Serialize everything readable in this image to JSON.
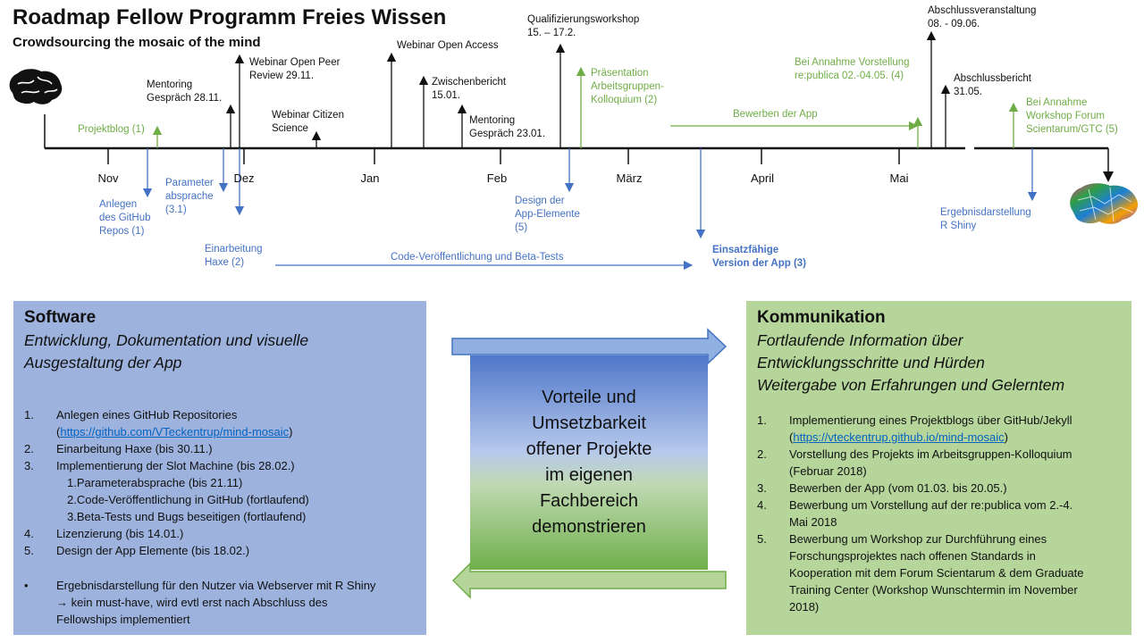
{
  "title": "Roadmap Fellow Programm Freies Wissen",
  "subtitle": "Crowdsourcing the mosaic of the mind",
  "months": [
    "Nov",
    "Dez",
    "Jan",
    "Feb",
    "März",
    "April",
    "Mai"
  ],
  "above": {
    "mentoring1": [
      "Mentoring",
      "Gespräch 28.11."
    ],
    "webinar_peer": [
      "Webinar Open Peer",
      "Review 29.11."
    ],
    "webinar_citizen": [
      "Webinar Citizen",
      "Science"
    ],
    "webinar_access": "Webinar Open Access",
    "zwischenbericht": [
      "Zwischenbericht",
      "15.01."
    ],
    "mentoring2": [
      "Mentoring",
      "Gespräch 23.01."
    ],
    "qualifizierung": [
      "Qualifizierungsworkshop",
      "15. – 17.2."
    ],
    "praesentation": [
      "Präsentation",
      "Arbeitsgruppen-",
      "Kolloquium (2)"
    ],
    "projektblog": "Projektblog (1)",
    "bewerben": "Bewerben der App",
    "republica": [
      "Bei Annahme Vorstellung",
      "re:publica 02.-04.05. (4)"
    ],
    "abschlussveranstaltung": [
      "Abschlussveranstaltung",
      "08. - 09.06."
    ],
    "abschlussbericht": [
      "Abschlussbericht",
      "31.05."
    ],
    "workshop_forum": [
      "Bei Annahme",
      "Workshop Forum",
      "Scientarum/GTC (5)"
    ]
  },
  "below": {
    "github": [
      "Anlegen",
      "des GitHub",
      "Repos (1)"
    ],
    "parameter": [
      "Parameter",
      "absprache",
      "(3.1)"
    ],
    "haxe": [
      "Einarbeitung",
      "Haxe (2)"
    ],
    "code": "Code-Veröffentlichung und Beta-Tests",
    "design": [
      "Design der",
      "App-Elemente",
      "(5)"
    ],
    "einsatz": [
      "Einsatzfähige",
      "Version der App (3)"
    ],
    "ergebnis": [
      "Ergebnisdarstellung",
      "R Shiny"
    ]
  },
  "software": {
    "heading": "Software",
    "subheading": [
      "Entwicklung, Dokumentation und visuelle",
      "Ausgestaltung der App"
    ],
    "items": [
      {
        "n": "1.",
        "text": "Anlegen eines GitHub Repositories",
        "link": "https://github.com/VTeckentrup/mind-mosaic"
      },
      {
        "n": "2.",
        "text": "Einarbeitung Haxe (bis 30.11.)"
      },
      {
        "n": "3.",
        "text": "Implementierung  der Slot Machine (bis 28.02.)"
      }
    ],
    "subitems": [
      {
        "n": "1.",
        "text": "Parameterabsprache (bis 21.11)"
      },
      {
        "n": "2.",
        "text": "Code-Veröffentlichung in GitHub (fortlaufend)"
      },
      {
        "n": "3.",
        "text": "Beta-Tests und Bugs beseitigen (fortlaufend)"
      }
    ],
    "items2": [
      {
        "n": "4.",
        "text": "Lizenzierung (bis 14.01.)"
      },
      {
        "n": "5.",
        "text": "Design der App Elemente  (bis 18.02.)"
      }
    ],
    "bullet": [
      "Ergebnisdarstellung für den Nutzer via Webserver mit R Shiny",
      "→ kein must-have, wird evtl erst nach Abschluss des",
      "Fellowships implementiert"
    ]
  },
  "center": [
    "Vorteile und",
    "Umsetzbarkeit",
    "offener Projekte",
    "im eigenen",
    "Fachbereich",
    "demonstrieren"
  ],
  "kommunikation": {
    "heading": "Kommunikation",
    "subheading": [
      "Fortlaufende Information über",
      "Entwicklungsschritte und Hürden",
      "Weitergabe von Erfahrungen und Gelerntem"
    ],
    "items": [
      {
        "n": "1.",
        "lines": [
          "Implementierung eines Projektblogs über GitHub/Jekyll"
        ],
        "link": "https://vteckentrup.github.io/mind-mosaic"
      },
      {
        "n": "2.",
        "lines": [
          "Vorstellung des Projekts im Arbeitsgruppen-Kolloquium",
          "(Februar 2018)"
        ]
      },
      {
        "n": "3.",
        "lines": [
          "Bewerben der App (vom 01.03. bis 20.05.)"
        ]
      },
      {
        "n": "4.",
        "lines": [
          "Bewerbung um Vorstellung auf der re:publica vom 2.-4.",
          "Mai 2018"
        ]
      },
      {
        "n": "5.",
        "lines": [
          "Bewerbung um Workshop zur Durchführung eines",
          "Forschungsprojektes nach offenen Standards in",
          "Kooperation mit dem Forum Scientarum & dem Graduate",
          "Training Center (Workshop Wunschtermin im November",
          "2018)"
        ]
      }
    ]
  },
  "colors": {
    "software_bg": "#9db3de",
    "komm_bg": "#b5d59b",
    "green": "#70ad47",
    "blue": "#4472c4"
  }
}
